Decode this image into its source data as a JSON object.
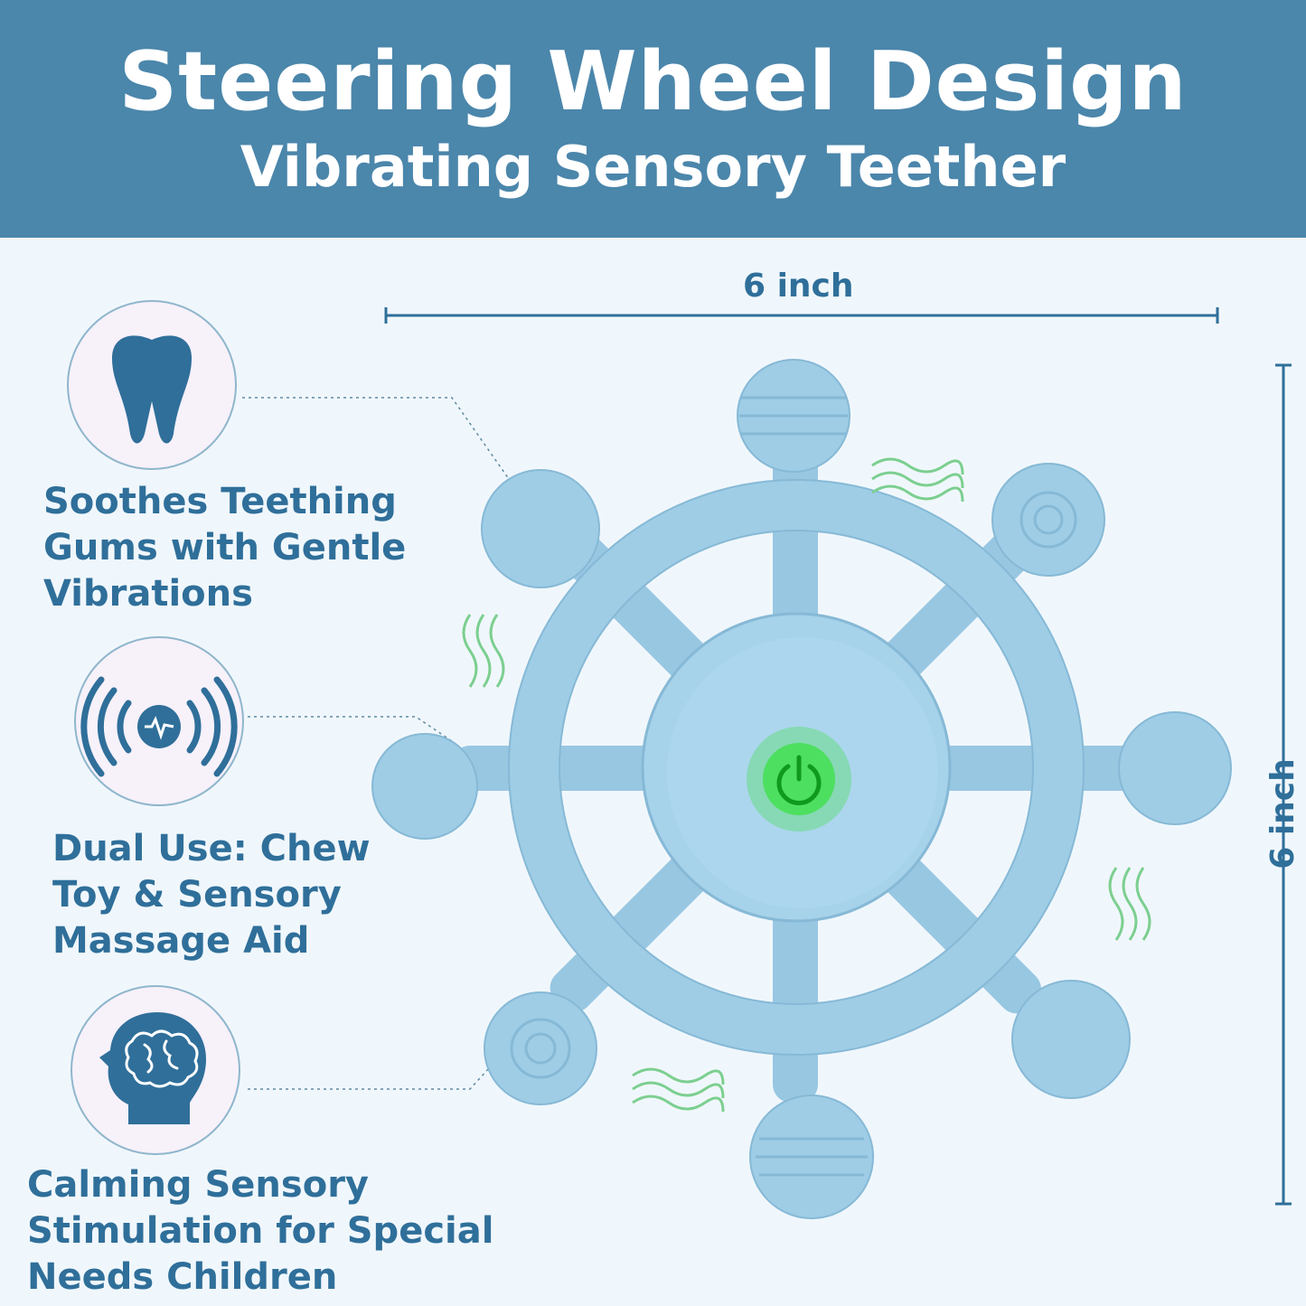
{
  "header": {
    "title": "Steering Wheel Design",
    "subtitle": "Vibrating Sensory Teether"
  },
  "dimensions": {
    "width_label": "6 inch",
    "height_label": "6 inch"
  },
  "features": [
    {
      "icon": "tooth-icon",
      "lines": [
        "Soothes Teething",
        "Gums with Gentle",
        "Vibrations"
      ]
    },
    {
      "icon": "vibration-icon",
      "lines": [
        "Dual Use: Chew",
        "Toy & Sensory",
        "Massage Aid"
      ]
    },
    {
      "icon": "brain-head-icon",
      "lines": [
        "Calming Sensory",
        "Stimulation for Special",
        "Needs Children"
      ]
    }
  ],
  "colors": {
    "banner": "#4b86ab",
    "text": "#2f6f9a",
    "product": "#9fcde6",
    "power_glow": "#3ee04a"
  }
}
